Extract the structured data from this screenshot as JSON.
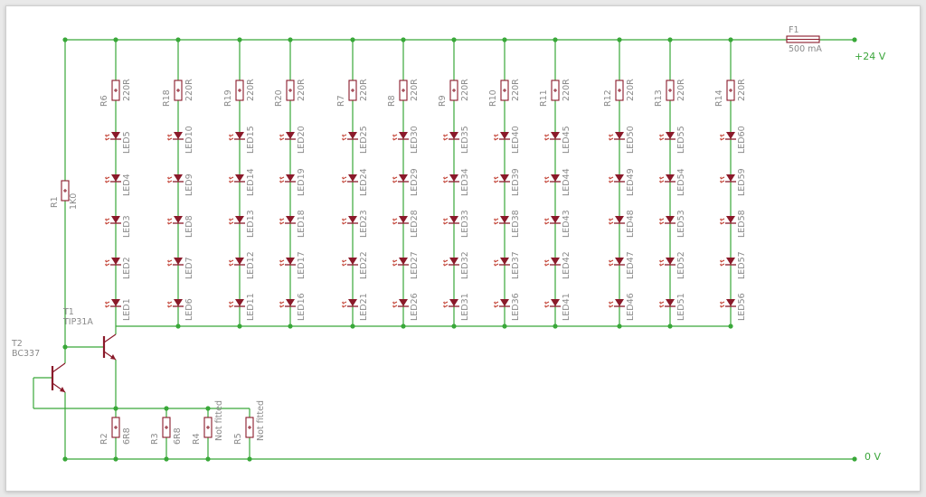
{
  "colors": {
    "wire": "#39a839",
    "part": "#8a1a2a",
    "text": "#8a8a8a",
    "net": "#3aa53a"
  },
  "power": {
    "supply_label": "+24 V",
    "ground_label": "0 V"
  },
  "fuse": {
    "name": "F1",
    "value": "500 mA"
  },
  "r1": {
    "name": "R1",
    "value": "1K0"
  },
  "t1": {
    "name": "T1",
    "value": "TIP31A"
  },
  "t2": {
    "name": "T2",
    "value": "BC337"
  },
  "sense_resistors": [
    {
      "name": "R2",
      "value": "6R8"
    },
    {
      "name": "R3",
      "value": "6R8"
    },
    {
      "name": "R4",
      "value": "Not fitted"
    },
    {
      "name": "R5",
      "value": "Not fitted"
    }
  ],
  "strings": [
    {
      "resistor": "R6",
      "value": "220R",
      "leds": [
        "LED5",
        "LED4",
        "LED3",
        "LED2",
        "LED1"
      ]
    },
    {
      "resistor": "R18",
      "value": "220R",
      "leds": [
        "LED10",
        "LED9",
        "LED8",
        "LED7",
        "LED6"
      ]
    },
    {
      "resistor": "R19",
      "value": "220R",
      "leds": [
        "LED15",
        "LED14",
        "LED13",
        "LED12",
        "LED11"
      ]
    },
    {
      "resistor": "R20",
      "value": "220R",
      "leds": [
        "LED20",
        "LED19",
        "LED18",
        "LED17",
        "LED16"
      ]
    },
    {
      "resistor": "R7",
      "value": "220R",
      "leds": [
        "LED25",
        "LED24",
        "LED23",
        "LED22",
        "LED21"
      ]
    },
    {
      "resistor": "R8",
      "value": "220R",
      "leds": [
        "LED30",
        "LED29",
        "LED28",
        "LED27",
        "LED26"
      ]
    },
    {
      "resistor": "R9",
      "value": "220R",
      "leds": [
        "LED35",
        "LED34",
        "LED33",
        "LED32",
        "LED31"
      ]
    },
    {
      "resistor": "R10",
      "value": "220R",
      "leds": [
        "LED40",
        "LED39",
        "LED38",
        "LED37",
        "LED36"
      ]
    },
    {
      "resistor": "R11",
      "value": "220R",
      "leds": [
        "LED45",
        "LED44",
        "LED43",
        "LED42",
        "LED41"
      ]
    },
    {
      "resistor": "R12",
      "value": "220R",
      "leds": [
        "LED50",
        "LED49",
        "LED48",
        "LED47",
        "LED46"
      ]
    },
    {
      "resistor": "R13",
      "value": "220R",
      "leds": [
        "LED55",
        "LED54",
        "LED53",
        "LED52",
        "LED51"
      ]
    },
    {
      "resistor": "R14",
      "value": "220R",
      "leds": [
        "LED60",
        "LED59",
        "LED58",
        "LED57",
        "LED56"
      ]
    }
  ]
}
